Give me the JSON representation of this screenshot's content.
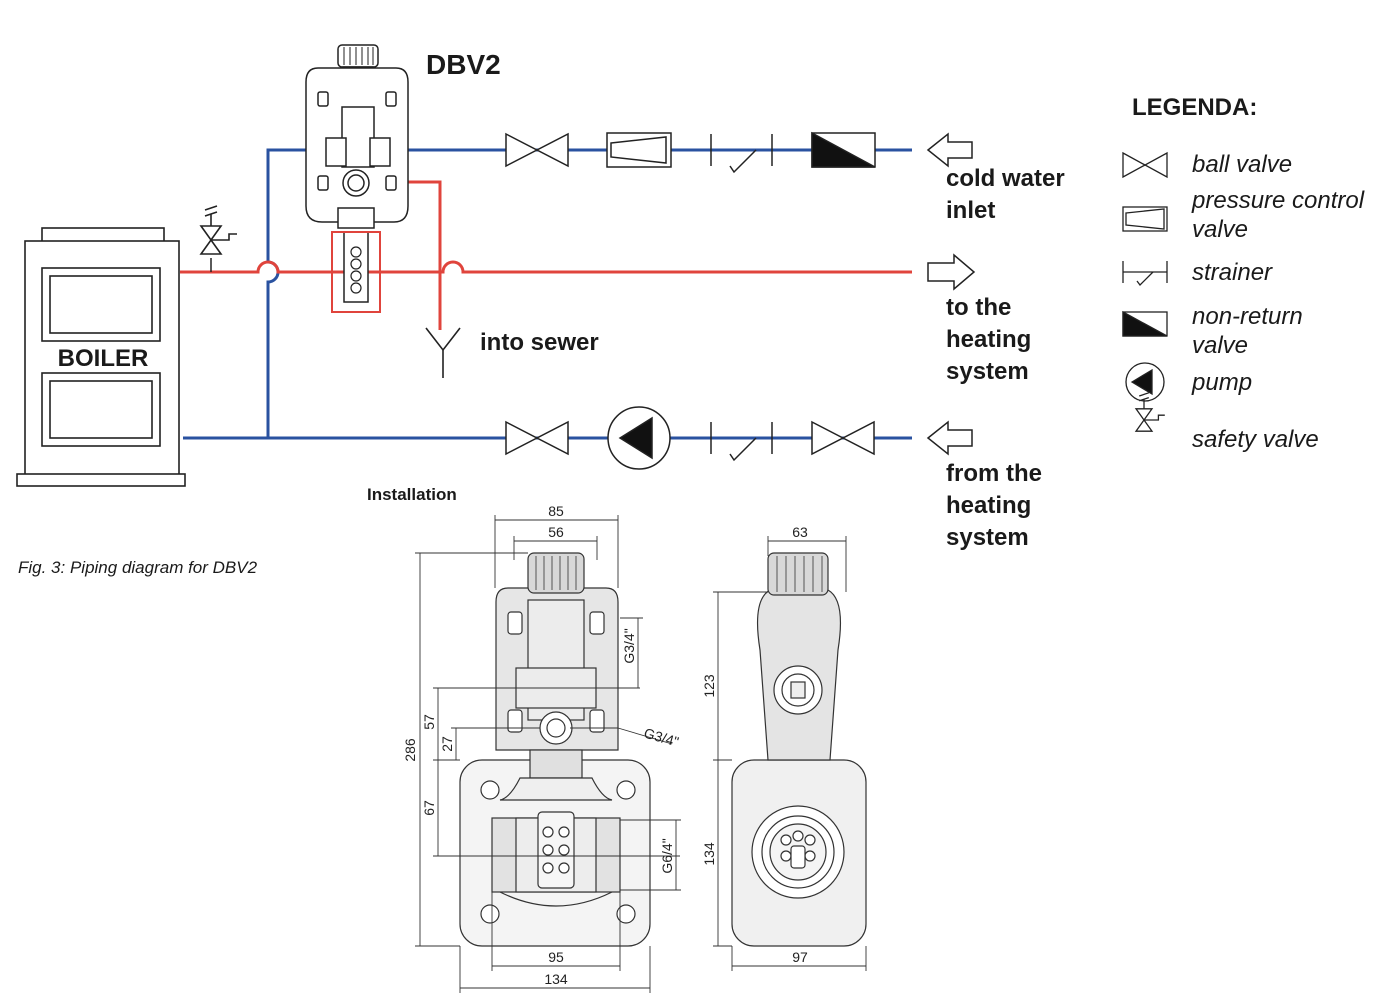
{
  "diagram": {
    "title": "DBV2",
    "boiler_label": "BOILER",
    "sewer_label": "into sewer",
    "inlet_label": [
      "cold water",
      "inlet"
    ],
    "to_heating_label": [
      "to the",
      "heating",
      "system"
    ],
    "from_heating_label": [
      "from the",
      "heating",
      "system"
    ],
    "caption": "Fig. 3: Piping diagram for DBV2",
    "installation_label": "Installation"
  },
  "colors": {
    "cold_line": "#2a52a0",
    "hot_line": "#e0443c",
    "outline": "#222222",
    "body_gray": "#dcdcdc"
  },
  "legend": {
    "title": "LEGENDA:",
    "items": [
      {
        "icon": "ball-valve-icon",
        "lines": [
          "ball valve"
        ]
      },
      {
        "icon": "pressure-control-valve-icon",
        "lines": [
          "pressure control",
          "valve"
        ]
      },
      {
        "icon": "strainer-icon",
        "lines": [
          "strainer"
        ]
      },
      {
        "icon": "non-return-valve-icon",
        "lines": [
          "non-return",
          "valve"
        ]
      },
      {
        "icon": "pump-icon",
        "lines": [
          "pump"
        ]
      },
      {
        "icon": "safety-valve-icon",
        "lines": [
          "safety valve"
        ]
      }
    ]
  },
  "dimensions": {
    "front": {
      "width_total": "85",
      "width_cap": "56",
      "height_total": "286",
      "h_57": "57",
      "h_27": "27",
      "h_67": "67",
      "thread_top": "G3/4\"",
      "thread_drain": "G3/4\"",
      "thread_main": "G6/4\"",
      "base_inner": "95",
      "base_total": "134"
    },
    "side": {
      "width_top": "63",
      "h_upper": "123",
      "h_lower": "134",
      "base_width": "97"
    }
  }
}
